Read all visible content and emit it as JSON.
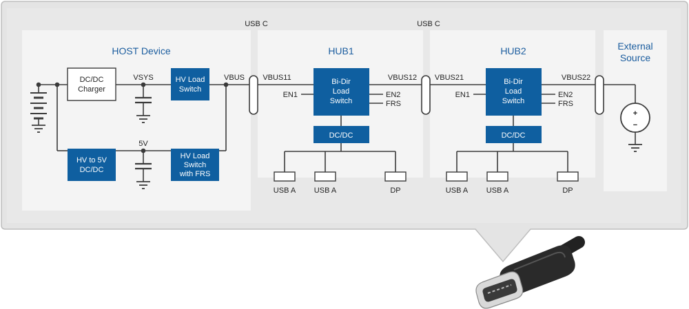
{
  "labels": {
    "usb_c_left": "USB C",
    "usb_c_right": "USB C",
    "host_title": "HOST Device",
    "hub1_title": "HUB1",
    "hub2_title": "HUB2",
    "ext_title_line1": "External",
    "ext_title_line2": "Source",
    "vsys": "VSYS",
    "v5": "5V",
    "vbus": "VBUS",
    "vbus11": "VBUS11",
    "vbus12": "VBUS12",
    "vbus21": "VBUS21",
    "vbus22": "VBUS22",
    "en1_hub1": "EN1",
    "en2_hub1": "EN2",
    "frs_hub1": "FRS",
    "en1_hub2": "EN1",
    "en2_hub2": "EN2",
    "frs_hub2": "FRS",
    "hub1_port1": "USB A",
    "hub1_port2": "USB A",
    "hub1_port3": "DP",
    "hub2_port1": "USB A",
    "hub2_port2": "USB A",
    "hub2_port3": "DP",
    "ext_plus": "+",
    "ext_minus": "−"
  },
  "blocks": {
    "dcdc_charger": [
      "DC/DC",
      "Charger"
    ],
    "hv_load_switch": [
      "HV Load",
      "Switch"
    ],
    "hv_to_5v": [
      "HV to 5V",
      "DC/DC"
    ],
    "hv_load_switch_frs": [
      "HV Load",
      "Switch",
      "with FRS"
    ],
    "hub1_bidir": [
      "Bi-Dir",
      "Load",
      "Switch"
    ],
    "hub1_dcdc": [
      "DC/DC"
    ],
    "hub2_bidir": [
      "Bi-Dir",
      "Load",
      "Switch"
    ],
    "hub2_dcdc": [
      "DC/DC"
    ]
  },
  "colors": {
    "panel_outer": "#e6e6e6",
    "panel_inner": "#f4f4f4",
    "block_blue": "#0f5fa0",
    "title_blue": "#1a5c9e",
    "wire": "#3a3a3a"
  },
  "icons": [
    "usb-c-connector-icon",
    "battery-icon",
    "capacitor-icon",
    "ground-icon",
    "voltage-source-icon"
  ]
}
